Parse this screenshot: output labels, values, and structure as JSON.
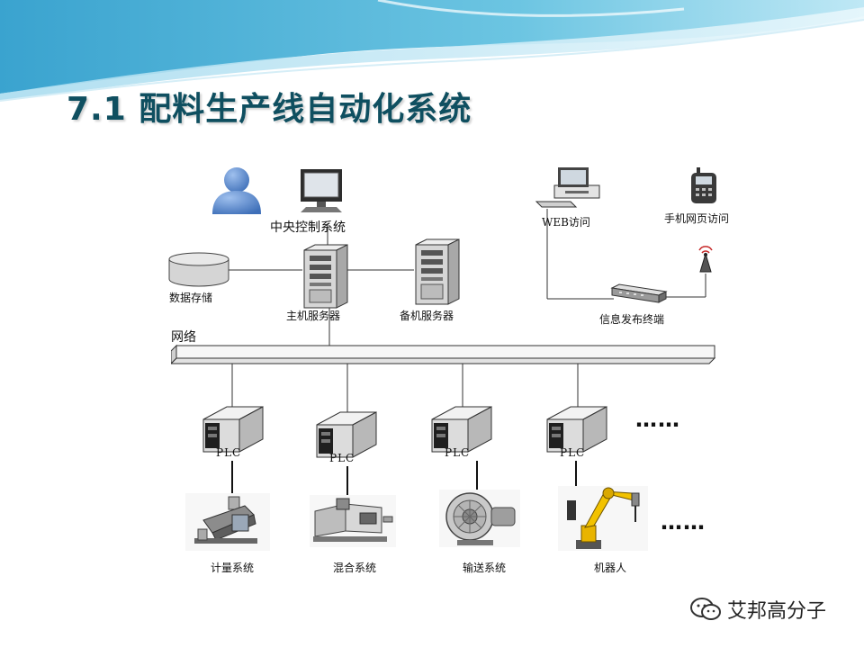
{
  "slide": {
    "title": "7.1 配料生产线自动化系统"
  },
  "diagram": {
    "labels": {
      "central_control": "中央控制系统",
      "data_storage": "数据存储",
      "main_server": "主机服务器",
      "backup_server": "备机服务器",
      "web_access": "WEB访问",
      "mobile_access": "手机网页访问",
      "info_terminal": "信息发布终端",
      "network": "网络"
    },
    "plc_units": [
      {
        "label": "PLC",
        "system": "计量系统"
      },
      {
        "label": "PLC",
        "system": "混合系统"
      },
      {
        "label": "PLC",
        "system": "输送系统"
      },
      {
        "label": "PLC",
        "system": "机器人"
      }
    ],
    "ellipsis_plc": "……",
    "ellipsis_system": "……"
  },
  "watermark": {
    "text": "艾邦高分子",
    "icon": "wechat-icon"
  },
  "colors": {
    "title": "#0f4f60",
    "header_wave": "#5fb8d8",
    "avatar": "#4c7fc6",
    "line": "#333333"
  }
}
